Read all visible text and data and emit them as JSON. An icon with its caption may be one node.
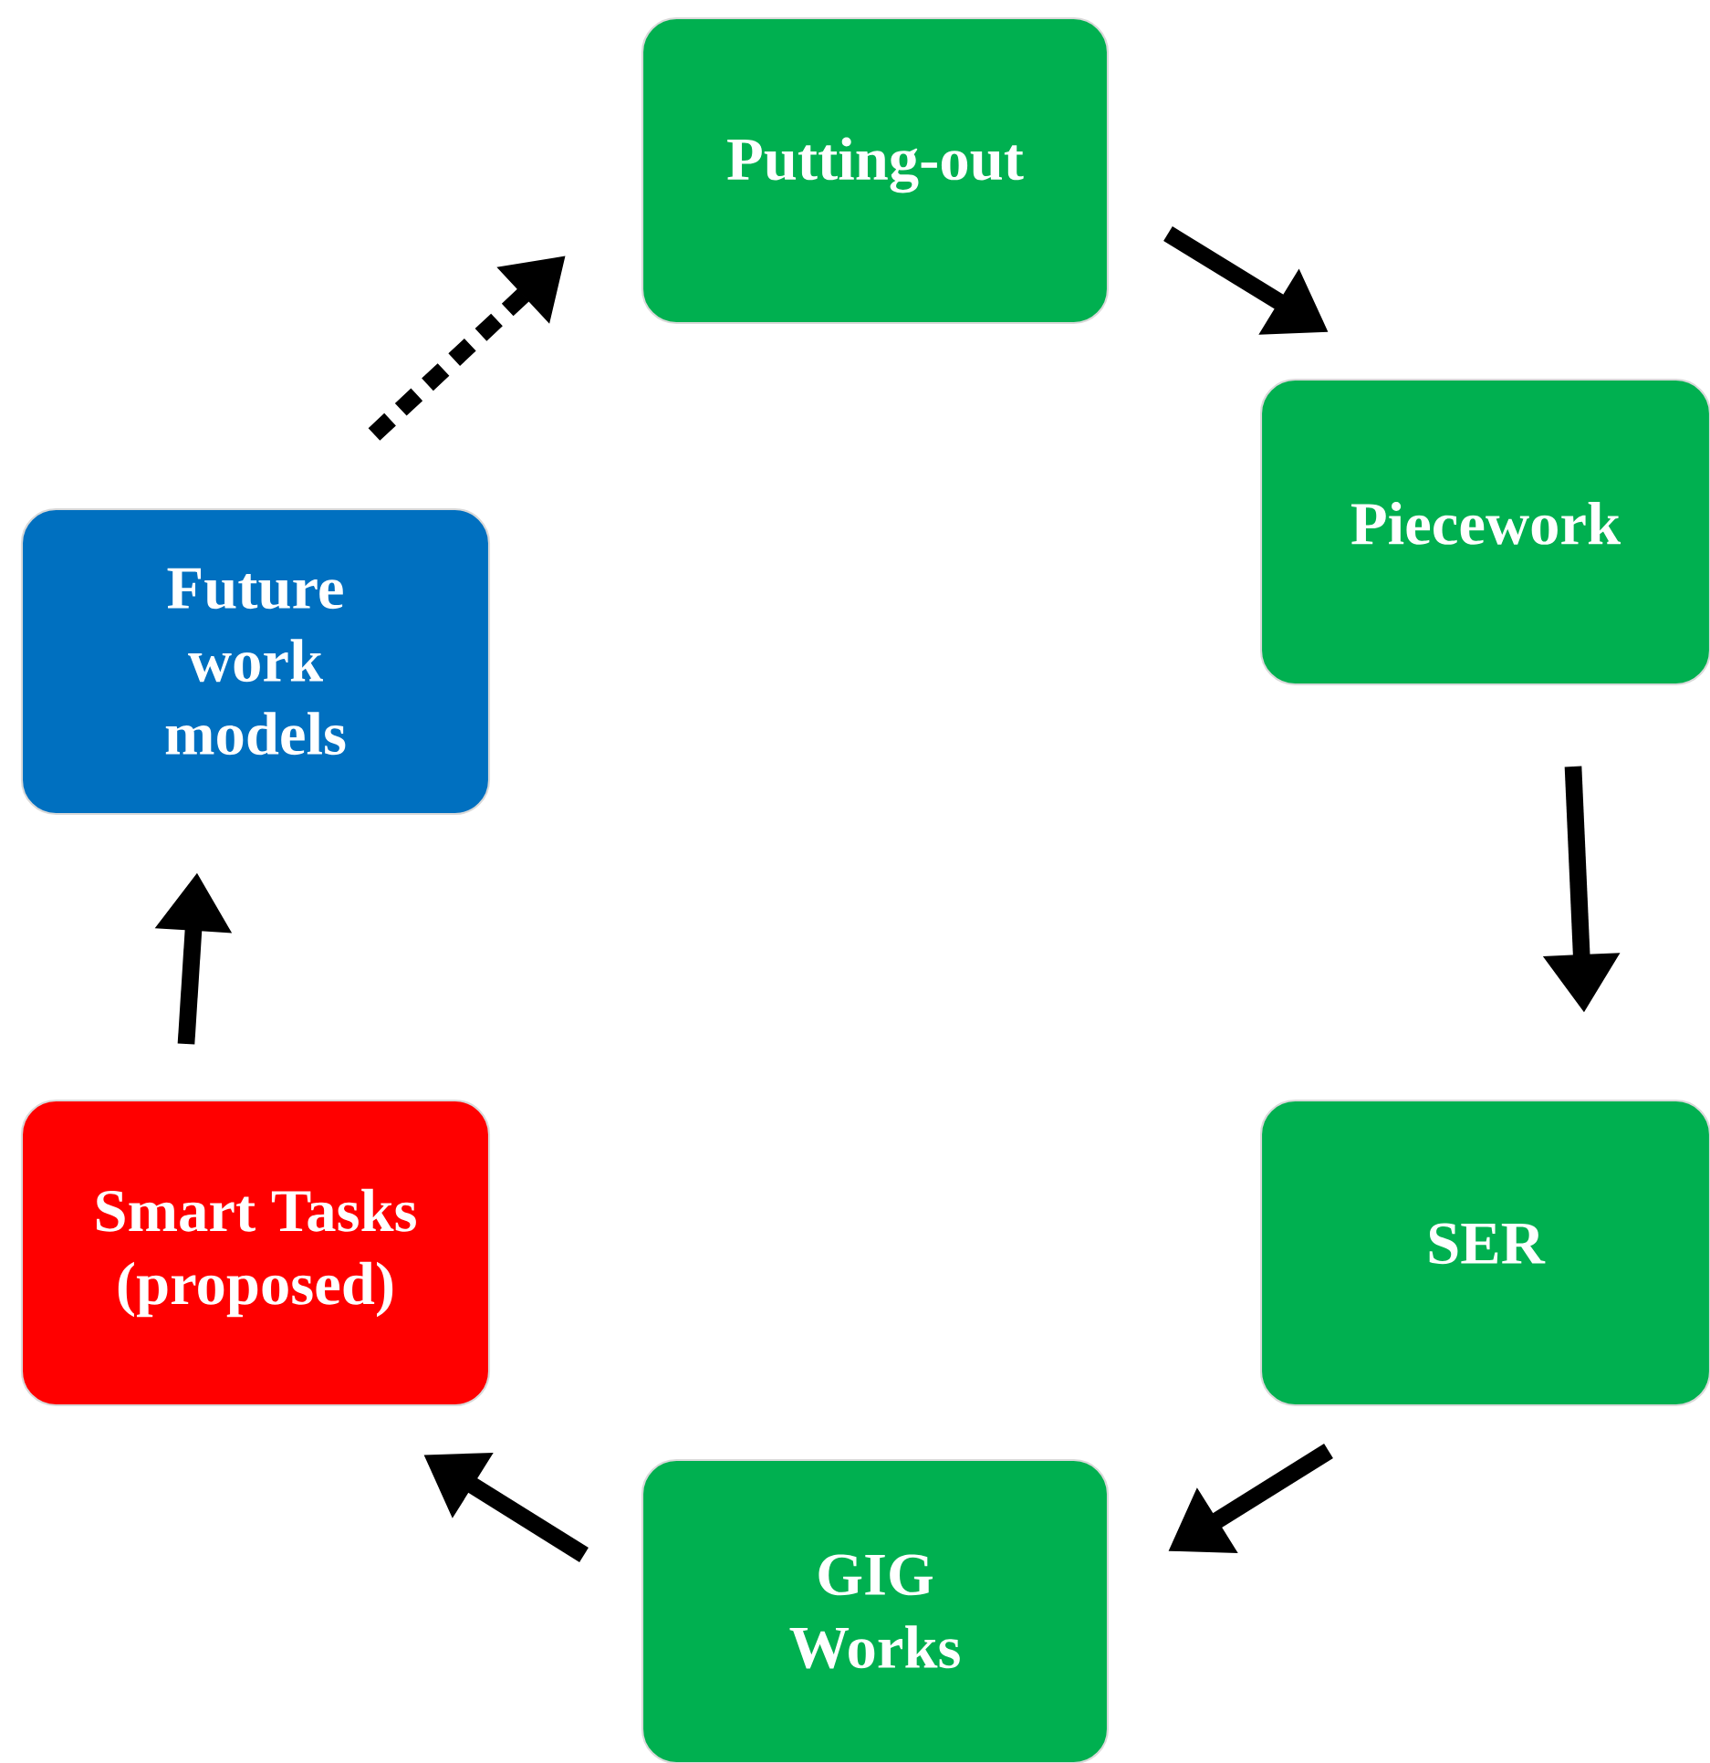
{
  "diagram": {
    "nodes": [
      {
        "text": [
          "Putting-out"
        ]
      },
      {
        "text": [
          "Piecework"
        ]
      },
      {
        "text": [
          "SER"
        ]
      },
      {
        "text": [
          "GIG Works"
        ]
      },
      {
        "text": [
          "Smart Tasks (proposed)"
        ]
      },
      {
        "text": [
          "Future work models"
        ]
      }
    ],
    "edges": [
      {
        "from": 0,
        "to": 1,
        "arrow": "to"
      },
      {
        "from": 1,
        "to": 2,
        "arrow": "to"
      },
      {
        "from": 2,
        "to": 3,
        "arrow": "to"
      },
      {
        "from": 3,
        "to": 4,
        "arrow": "to"
      },
      {
        "from": 4,
        "to": 5,
        "arrow": "to"
      },
      {
        "from": 5,
        "to": 0,
        "arrow": "to",
        "style": "dashed"
      }
    ]
  }
}
